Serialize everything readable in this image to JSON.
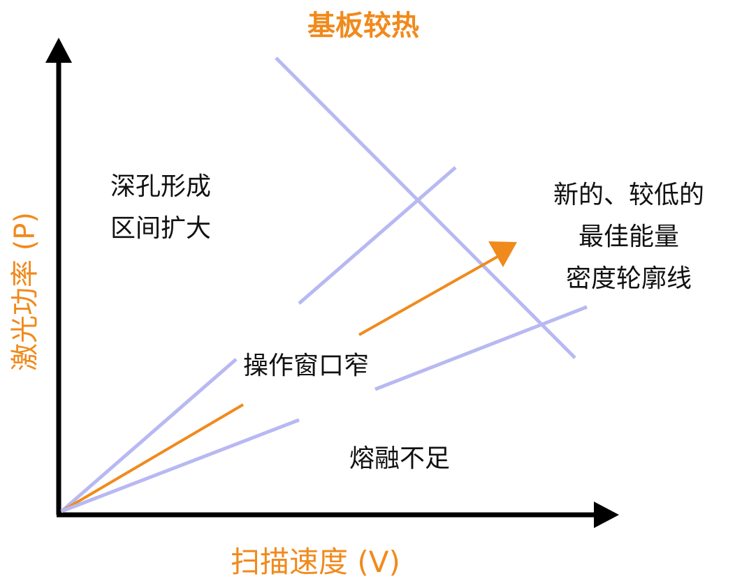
{
  "title": "基板较热",
  "x_axis_label": "扫描速度 (V)",
  "y_axis_label": "激光功率 (P)",
  "regions": {
    "deep_hole_line1": "深孔形成",
    "deep_hole_line2": "区间扩大",
    "new_contour_line1": "新的、较低的",
    "new_contour_line2": "最佳能量",
    "new_contour_line3": "密度轮廓线",
    "narrow_window": "操作窗口窄",
    "insufficient_melting": "熔融不足"
  },
  "colors": {
    "accent": "#F08A1C",
    "contour_lines": "#B8B8F2",
    "axis": "#000000",
    "text": "#111111"
  }
}
